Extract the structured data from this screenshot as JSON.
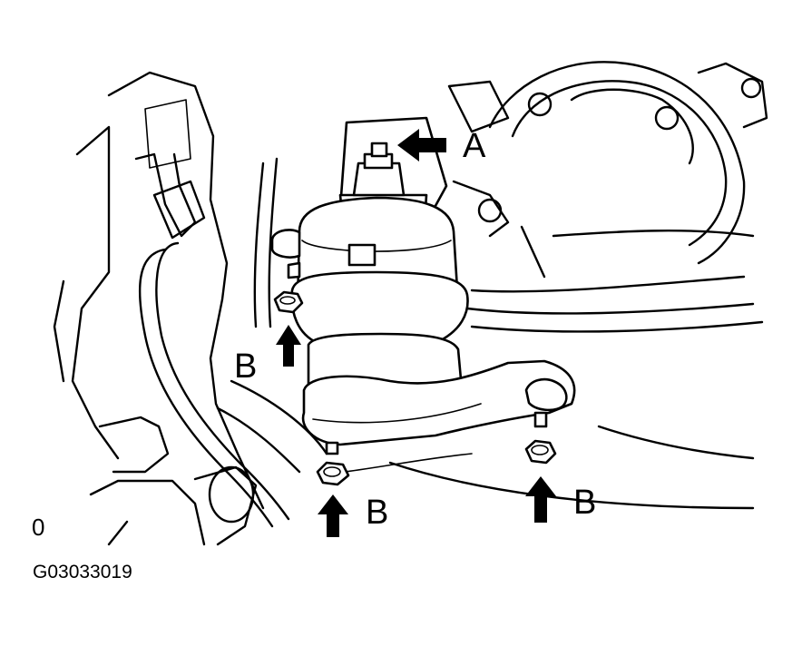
{
  "labels": {
    "a": "A",
    "b1": "B",
    "b2": "B",
    "b3": "B",
    "zero": "0"
  },
  "figure_code": "G03033019",
  "colors": {
    "ink": "#000000",
    "paper": "#ffffff"
  },
  "icons": [
    "arrow-icon"
  ]
}
